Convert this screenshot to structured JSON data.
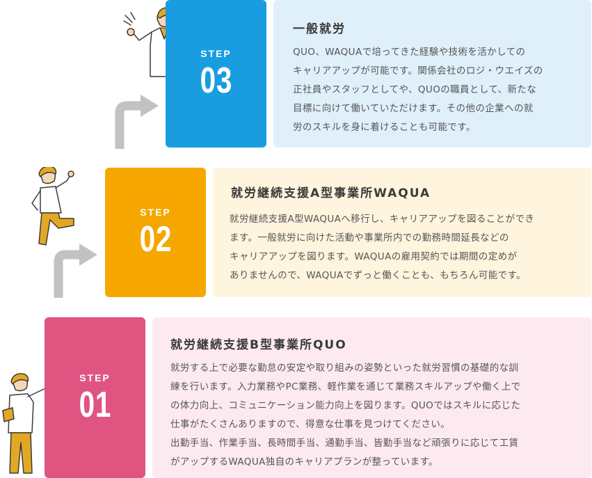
{
  "colors": {
    "step3": "#1a9de0",
    "step2": "#f5a700",
    "step1": "#e05482",
    "panel3": "#dff0fb",
    "panel2": "#fff4dd",
    "panel1": "#fdeaf1",
    "arrow": "#c2c2c2"
  },
  "steps": [
    {
      "label": "STEP",
      "number": "03",
      "title": "一般就労",
      "lines": [
        "QUO、WAQUAで培ってきた経験や技術を活かしての",
        "キャリアアップが可能です。関係会社のロジ・ウエイズの",
        "正社員やスタッフとしてや、QUOの職員として、新たな",
        "目標に向けて働いていただけます。その他の企業への就",
        "労のスキルを身に着けることも可能です。"
      ]
    },
    {
      "label": "STEP",
      "number": "02",
      "title": "就労継続支援A型事業所WAQUA",
      "lines": [
        "就労継続支援A型WAQUAへ移行し、キャリアアップを図ることができ",
        "ます。一般就労に向けた活動や事業所内での勤務時間延長などの",
        "キャリアアップを図ります。WAQUAの雇用契約では期間の定めが",
        "ありませんので、WAQUAでずっと働くことも、もちろん可能です。"
      ]
    },
    {
      "label": "STEP",
      "number": "01",
      "title": "就労継続支援B型事業所QUO",
      "lines": [
        "就労する上で必要な勤怠の安定や取り組みの姿勢といった就労習慣の基礎的な訓",
        "練を行います。入力業務やPC業務、軽作業を通じて業務スキルアップや働く上で",
        "の体力向上、コミュニケーション能力向上を図ります。QUOではスキルに応じた",
        "仕事がたくさんありますので、得意な仕事を見つけてください。",
        "出勤手当、作業手当、長時間手当、通勤手当、皆勤手当など頑張りに応じて工賃",
        "がアップするWAQUA独自のキャリアプランが整っています。"
      ]
    }
  ],
  "icons": [
    "up-right-arrow-icon",
    "cheering-man-icon",
    "running-man-icon",
    "pointing-man-icon"
  ]
}
